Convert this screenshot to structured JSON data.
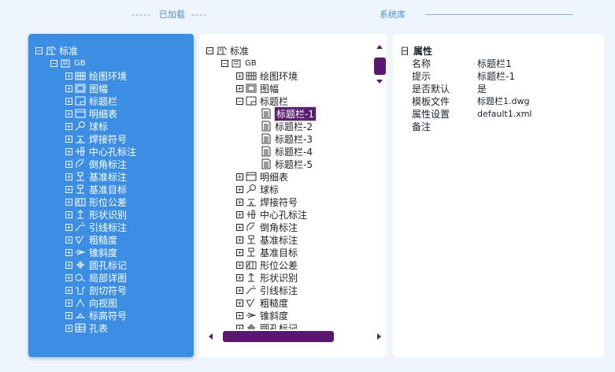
{
  "headers": {
    "loaded": "已加载",
    "system_lib": "系统库",
    "dash": "-----",
    "dash_short": "----"
  },
  "left_tree": {
    "root": "标准",
    "std": "GB",
    "items": [
      "绘图环境",
      "图幅",
      "标题栏",
      "明细表",
      "球标",
      "焊接符号",
      "中心孔标注",
      "倒角标注",
      "基准标注",
      "基准目标",
      "形位公差",
      "形状识别",
      "引线标注",
      "粗糙度",
      "锥斜度",
      "圆孔标记",
      "局部详图",
      "剖切符号",
      "向视图",
      "标高符号",
      "孔表"
    ]
  },
  "mid_tree": {
    "root": "标准",
    "std": "GB",
    "items": [
      "绘图环境",
      "图幅",
      "标题栏"
    ],
    "children": [
      "标题栏-1",
      "标题栏-2",
      "标题栏-3",
      "标题栏-4",
      "标题栏-5"
    ],
    "items_after": [
      "明细表",
      "球标",
      "焊接符号",
      "中心孔标注",
      "倒角标注",
      "基准标注",
      "基准目标",
      "形位公差",
      "形状识别",
      "引线标注",
      "粗糙度",
      "锥斜度",
      "圆孔标记"
    ]
  },
  "props": {
    "section": "属性",
    "collapse": "日",
    "rows": [
      {
        "k": "名称",
        "v": "标题栏1"
      },
      {
        "k": "提示",
        "v": "标题栏-1"
      },
      {
        "k": "是否默认",
        "v": "是"
      },
      {
        "k": "模板文件",
        "v": "标题栏1.dwg"
      },
      {
        "k": "属性设置",
        "v": "default1.xml"
      },
      {
        "k": "备注",
        "v": ""
      }
    ]
  },
  "colors": {
    "accent": "#3b8ee3",
    "selection": "#5a1f70"
  }
}
